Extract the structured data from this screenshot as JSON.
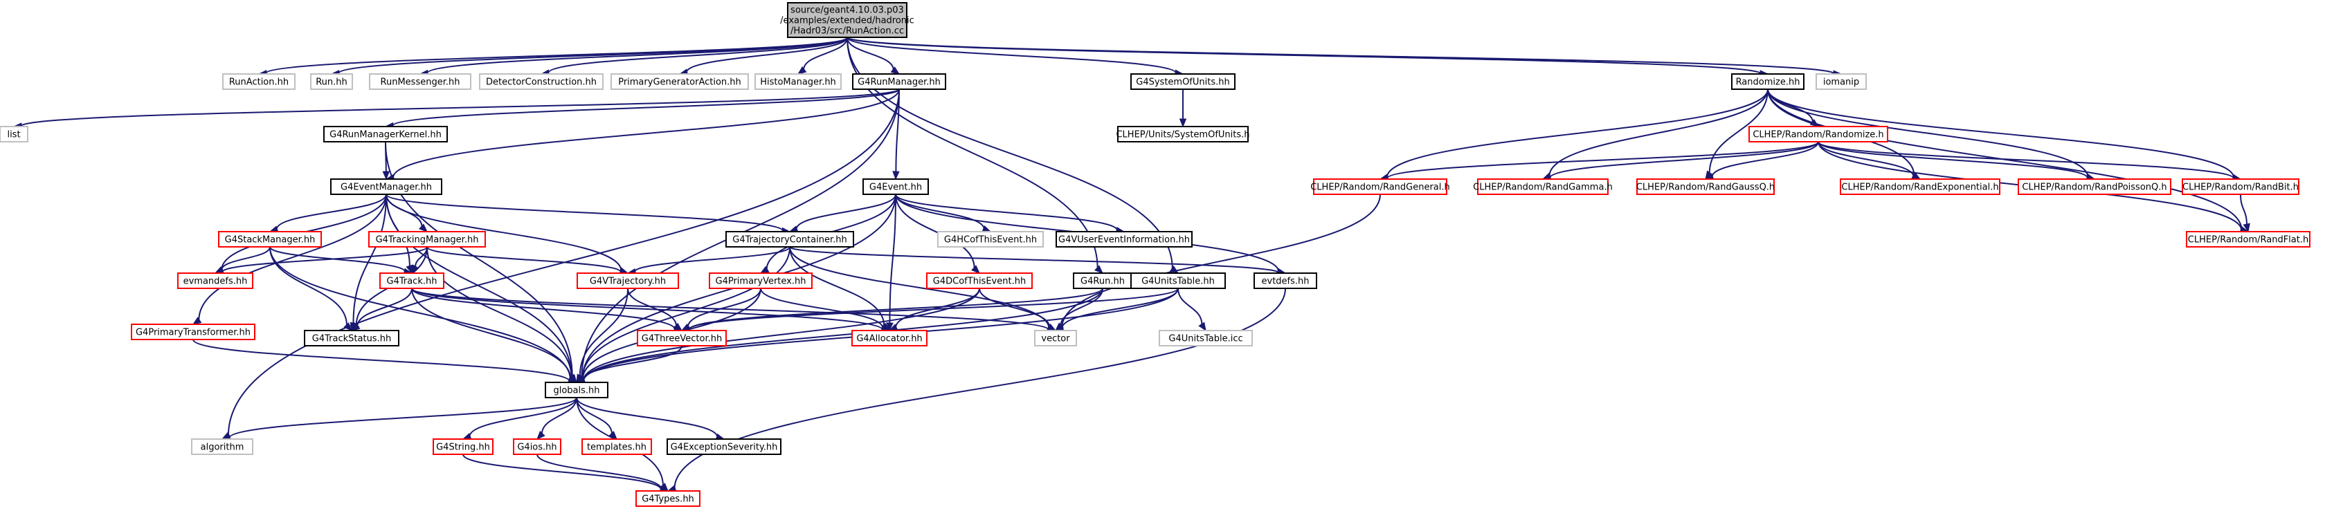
{
  "graph": {
    "edge_color": "#191970",
    "node_fill": "#ffffff",
    "root_fill": "#bfbfbf",
    "border_colors": {
      "black": "#000000",
      "red": "#ff0000",
      "gray": "#bfbfbf"
    },
    "nodes": [
      {
        "id": "root",
        "lines": [
          "source/geant4.10.03.p03",
          "/examples/extended/hadronic",
          "/Hadr03/src/RunAction.cc"
        ],
        "style": "root"
      },
      {
        "id": "runaction",
        "lines": [
          "RunAction.hh"
        ],
        "style": "gray"
      },
      {
        "id": "run",
        "lines": [
          "Run.hh"
        ],
        "style": "gray"
      },
      {
        "id": "runmessenger",
        "lines": [
          "RunMessenger.hh"
        ],
        "style": "gray"
      },
      {
        "id": "detector",
        "lines": [
          "DetectorConstruction.hh"
        ],
        "style": "gray"
      },
      {
        "id": "primarygen",
        "lines": [
          "PrimaryGeneratorAction.hh"
        ],
        "style": "gray"
      },
      {
        "id": "histomanager",
        "lines": [
          "HistoManager.hh"
        ],
        "style": "gray"
      },
      {
        "id": "g4runmanager",
        "lines": [
          "G4RunManager.hh"
        ],
        "style": "black"
      },
      {
        "id": "g4systemofunits",
        "lines": [
          "G4SystemOfUnits.hh"
        ],
        "style": "black"
      },
      {
        "id": "randomize",
        "lines": [
          "Randomize.hh"
        ],
        "style": "black"
      },
      {
        "id": "iomanip",
        "lines": [
          "iomanip"
        ],
        "style": "gray"
      },
      {
        "id": "list",
        "lines": [
          "list"
        ],
        "style": "gray"
      },
      {
        "id": "g4runmanagerkernel",
        "lines": [
          "G4RunManagerKernel.hh"
        ],
        "style": "black"
      },
      {
        "id": "clhepsou",
        "lines": [
          "CLHEP/Units/SystemOfUnits.h"
        ],
        "style": "black"
      },
      {
        "id": "clheprandomize",
        "lines": [
          "CLHEP/Random/Randomize.h"
        ],
        "style": "red"
      },
      {
        "id": "g4eventmanager",
        "lines": [
          "G4EventManager.hh"
        ],
        "style": "black"
      },
      {
        "id": "g4event",
        "lines": [
          "G4Event.hh"
        ],
        "style": "black"
      },
      {
        "id": "randgeneral",
        "lines": [
          "CLHEP/Random/RandGeneral.h"
        ],
        "style": "red"
      },
      {
        "id": "randgamma",
        "lines": [
          "CLHEP/Random/RandGamma.h"
        ],
        "style": "red"
      },
      {
        "id": "randgaussq",
        "lines": [
          "CLHEP/Random/RandGaussQ.h"
        ],
        "style": "red"
      },
      {
        "id": "randexponential",
        "lines": [
          "CLHEP/Random/RandExponential.h"
        ],
        "style": "red"
      },
      {
        "id": "randpoissonq",
        "lines": [
          "CLHEP/Random/RandPoissonQ.h"
        ],
        "style": "red"
      },
      {
        "id": "randbit",
        "lines": [
          "CLHEP/Random/RandBit.h"
        ],
        "style": "red"
      },
      {
        "id": "g4stackmanager",
        "lines": [
          "G4StackManager.hh"
        ],
        "style": "red"
      },
      {
        "id": "g4trackingmanager",
        "lines": [
          "G4TrackingManager.hh"
        ],
        "style": "red"
      },
      {
        "id": "g4trajectorycontainer",
        "lines": [
          "G4TrajectoryContainer.hh"
        ],
        "style": "black"
      },
      {
        "id": "g4hcofthisevent",
        "lines": [
          "G4HCofThisEvent.hh"
        ],
        "style": "gray"
      },
      {
        "id": "g4vusereventinformation",
        "lines": [
          "G4VUserEventInformation.hh"
        ],
        "style": "black"
      },
      {
        "id": "randflat",
        "lines": [
          "CLHEP/Random/RandFlat.h"
        ],
        "style": "red"
      },
      {
        "id": "evmandefs",
        "lines": [
          "evmandefs.hh"
        ],
        "style": "red"
      },
      {
        "id": "g4vtrajectory",
        "lines": [
          "G4VTrajectory.hh"
        ],
        "style": "red"
      },
      {
        "id": "g4primaryvertex",
        "lines": [
          "G4PrimaryVertex.hh"
        ],
        "style": "red"
      },
      {
        "id": "g4dcofthisevent",
        "lines": [
          "G4DCofThisEvent.hh"
        ],
        "style": "red"
      },
      {
        "id": "g4run",
        "lines": [
          "G4Run.hh"
        ],
        "style": "black"
      },
      {
        "id": "g4unitstable",
        "lines": [
          "G4UnitsTable.hh"
        ],
        "style": "black"
      },
      {
        "id": "evtdefs",
        "lines": [
          "evtdefs.hh"
        ],
        "style": "black"
      },
      {
        "id": "g4track",
        "lines": [
          "G4Track.hh"
        ],
        "style": "red"
      },
      {
        "id": "g4primarytransformer",
        "lines": [
          "G4PrimaryTransformer.hh"
        ],
        "style": "red"
      },
      {
        "id": "g4trackstatus",
        "lines": [
          "G4TrackStatus.hh"
        ],
        "style": "black"
      },
      {
        "id": "g4threevector",
        "lines": [
          "G4ThreeVector.hh"
        ],
        "style": "red"
      },
      {
        "id": "g4allocator",
        "lines": [
          "G4Allocator.hh"
        ],
        "style": "red"
      },
      {
        "id": "vector",
        "lines": [
          "vector"
        ],
        "style": "gray"
      },
      {
        "id": "g4unitstableicc",
        "lines": [
          "G4UnitsTable.icc"
        ],
        "style": "gray"
      },
      {
        "id": "globals",
        "lines": [
          "globals.hh"
        ],
        "style": "black"
      },
      {
        "id": "algorithm",
        "lines": [
          "algorithm"
        ],
        "style": "gray"
      },
      {
        "id": "g4string",
        "lines": [
          "G4String.hh"
        ],
        "style": "red"
      },
      {
        "id": "g4ios",
        "lines": [
          "G4ios.hh"
        ],
        "style": "red"
      },
      {
        "id": "templates",
        "lines": [
          "templates.hh"
        ],
        "style": "red"
      },
      {
        "id": "g4exceptionseverity",
        "lines": [
          "G4ExceptionSeverity.hh"
        ],
        "style": "black"
      },
      {
        "id": "g4types",
        "lines": [
          "G4Types.hh"
        ],
        "style": "red"
      }
    ],
    "edges": [
      [
        "root",
        "runaction"
      ],
      [
        "root",
        "run"
      ],
      [
        "root",
        "runmessenger"
      ],
      [
        "root",
        "detector"
      ],
      [
        "root",
        "primarygen"
      ],
      [
        "root",
        "histomanager"
      ],
      [
        "root",
        "g4runmanager"
      ],
      [
        "root",
        "g4systemofunits"
      ],
      [
        "root",
        "randomize"
      ],
      [
        "root",
        "iomanip"
      ],
      [
        "root",
        "g4run"
      ],
      [
        "root",
        "g4unitstable"
      ],
      [
        "g4runmanager",
        "list"
      ],
      [
        "g4runmanager",
        "g4runmanagerkernel"
      ],
      [
        "g4runmanager",
        "g4eventmanager"
      ],
      [
        "g4runmanager",
        "g4event"
      ],
      [
        "g4runmanager",
        "globals"
      ],
      [
        "g4runmanager",
        "algorithm"
      ],
      [
        "g4systemofunits",
        "clhepsou"
      ],
      [
        "randomize",
        "clheprandomize"
      ],
      [
        "randomize",
        "randgeneral"
      ],
      [
        "randomize",
        "randgamma"
      ],
      [
        "randomize",
        "randgaussq"
      ],
      [
        "randomize",
        "randexponential"
      ],
      [
        "randomize",
        "randpoissonq"
      ],
      [
        "randomize",
        "randbit"
      ],
      [
        "randomize",
        "randflat"
      ],
      [
        "clheprandomize",
        "randgeneral"
      ],
      [
        "clheprandomize",
        "randgamma"
      ],
      [
        "clheprandomize",
        "randgaussq"
      ],
      [
        "clheprandomize",
        "randexponential"
      ],
      [
        "clheprandomize",
        "randpoissonq"
      ],
      [
        "clheprandomize",
        "randbit"
      ],
      [
        "clheprandomize",
        "randflat"
      ],
      [
        "randgeneral",
        "vector"
      ],
      [
        "randbit",
        "randflat"
      ],
      [
        "g4runmanagerkernel",
        "g4eventmanager"
      ],
      [
        "g4runmanagerkernel",
        "globals"
      ],
      [
        "g4eventmanager",
        "g4stackmanager"
      ],
      [
        "g4eventmanager",
        "g4trackingmanager"
      ],
      [
        "g4eventmanager",
        "g4trajectorycontainer"
      ],
      [
        "g4eventmanager",
        "evmandefs"
      ],
      [
        "g4eventmanager",
        "g4vtrajectory"
      ],
      [
        "g4eventmanager",
        "g4track"
      ],
      [
        "g4eventmanager",
        "g4primarytransformer"
      ],
      [
        "g4eventmanager",
        "g4trackstatus"
      ],
      [
        "g4eventmanager",
        "globals"
      ],
      [
        "g4event",
        "g4trajectorycontainer"
      ],
      [
        "g4event",
        "g4hcofthisevent"
      ],
      [
        "g4event",
        "g4vusereventinformation"
      ],
      [
        "g4event",
        "g4primaryvertex"
      ],
      [
        "g4event",
        "g4dcofthisevent"
      ],
      [
        "g4event",
        "evtdefs"
      ],
      [
        "g4event",
        "g4allocator"
      ],
      [
        "g4event",
        "globals"
      ],
      [
        "g4stackmanager",
        "evmandefs"
      ],
      [
        "g4stackmanager",
        "g4track"
      ],
      [
        "g4stackmanager",
        "g4trackstatus"
      ],
      [
        "g4stackmanager",
        "globals"
      ],
      [
        "g4trackingmanager",
        "evmandefs"
      ],
      [
        "g4trackingmanager",
        "g4track"
      ],
      [
        "g4trackingmanager",
        "g4trackstatus"
      ],
      [
        "g4trackingmanager",
        "g4vtrajectory"
      ],
      [
        "g4trackingmanager",
        "globals"
      ],
      [
        "g4trajectorycontainer",
        "g4vtrajectory"
      ],
      [
        "g4trajectorycontainer",
        "g4allocator"
      ],
      [
        "g4trajectorycontainer",
        "vector"
      ],
      [
        "g4trajectorycontainer",
        "evtdefs"
      ],
      [
        "g4trajectorycontainer",
        "globals"
      ],
      [
        "g4vtrajectory",
        "g4threevector"
      ],
      [
        "g4vtrajectory",
        "globals"
      ],
      [
        "g4primaryvertex",
        "g4threevector"
      ],
      [
        "g4primaryvertex",
        "g4allocator"
      ],
      [
        "g4primaryvertex",
        "globals"
      ],
      [
        "g4dcofthisevent",
        "g4allocator"
      ],
      [
        "g4dcofthisevent",
        "vector"
      ],
      [
        "g4dcofthisevent",
        "globals"
      ],
      [
        "g4run",
        "vector"
      ],
      [
        "g4run",
        "globals"
      ],
      [
        "g4run",
        "g4threevector"
      ],
      [
        "g4unitstable",
        "vector"
      ],
      [
        "g4unitstable",
        "g4unitstableicc"
      ],
      [
        "g4unitstable",
        "g4threevector"
      ],
      [
        "g4unitstable",
        "globals"
      ],
      [
        "evtdefs",
        "g4types"
      ],
      [
        "g4track",
        "g4trackstatus"
      ],
      [
        "g4track",
        "g4threevector"
      ],
      [
        "g4track",
        "g4allocator"
      ],
      [
        "g4track",
        "vector"
      ],
      [
        "g4track",
        "globals"
      ],
      [
        "g4primarytransformer",
        "globals"
      ],
      [
        "g4threevector",
        "globals"
      ],
      [
        "globals",
        "algorithm"
      ],
      [
        "globals",
        "g4string"
      ],
      [
        "globals",
        "g4ios"
      ],
      [
        "globals",
        "templates"
      ],
      [
        "globals",
        "g4exceptionseverity"
      ],
      [
        "globals",
        "g4types"
      ],
      [
        "g4string",
        "g4types"
      ],
      [
        "g4ios",
        "g4types"
      ]
    ]
  }
}
